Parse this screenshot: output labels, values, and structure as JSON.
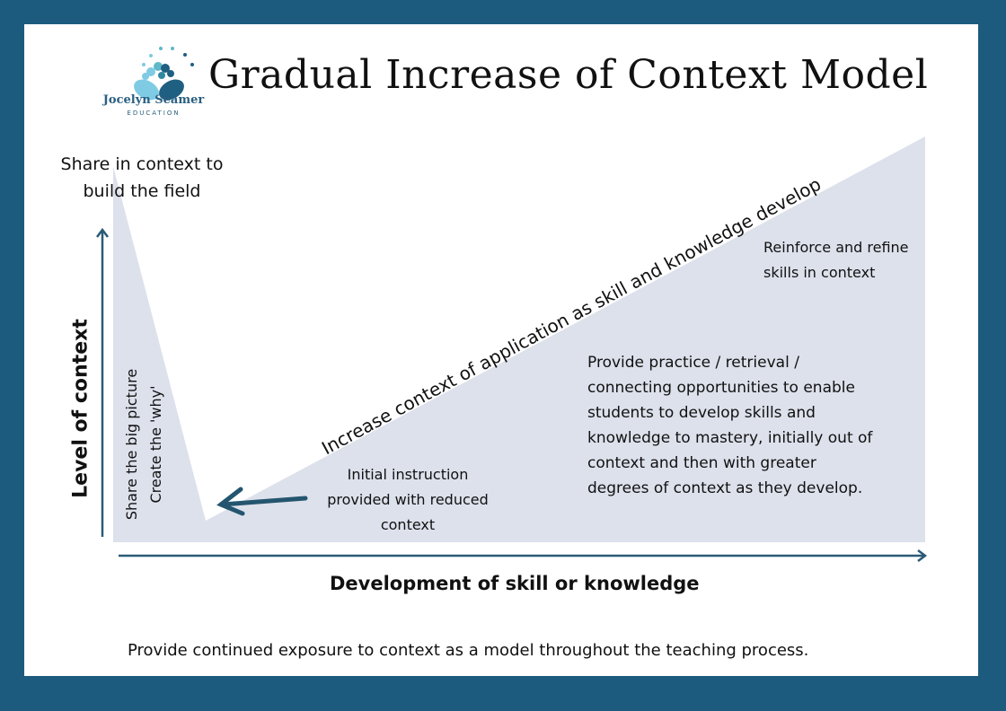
{
  "title": "Gradual Increase of Context Model",
  "logo": {
    "name": "Jocelyn Seamer",
    "subtitle": "EDUCATION"
  },
  "labels": {
    "top_left": [
      "Share in context to",
      "build the field"
    ],
    "y_axis": "Level of context",
    "big_picture": [
      "Share the big picture",
      "Create the 'why'"
    ],
    "diagonal": "Increase context of application as skill and knowledge develop",
    "reinforce": [
      "Reinforce and refine",
      "skills in context"
    ],
    "practice": [
      "Provide practice / retrieval /",
      "connecting opportunities to enable",
      "students to develop skills and",
      "knowledge to mastery, initially out of",
      "context and then with greater",
      "degrees of context as they develop."
    ],
    "initial": [
      "Initial instruction",
      "provided with reduced",
      "context"
    ],
    "x_axis": "Development of skill or knowledge",
    "footer": "Provide continued exposure to context as a model throughout the teaching process."
  },
  "colors": {
    "frame": "#1c5b7e",
    "fill": "#dde1ec",
    "axis": "#2a5a76"
  }
}
